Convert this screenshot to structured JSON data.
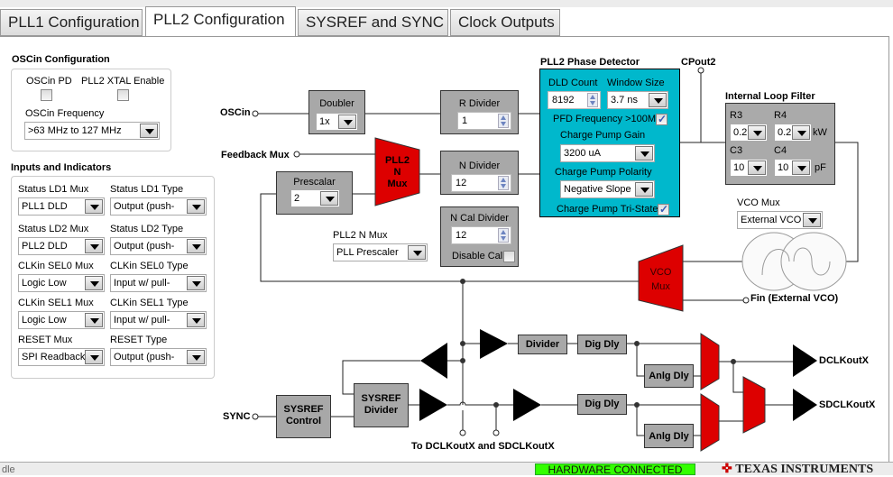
{
  "tabs": [
    {
      "label": "PLL1 Configuration"
    },
    {
      "label": "PLL2 Configuration",
      "active": true
    },
    {
      "label": "SYSREF and SYNC"
    },
    {
      "label": "Clock Outputs"
    }
  ],
  "oscin_config": {
    "title": "OSCin Configuration",
    "oscin_pd": {
      "label": "OSCin PD",
      "checked": false
    },
    "xtal": {
      "label": "PLL2 XTAL Enable",
      "checked": false
    },
    "freq_label": "OSCin Frequency",
    "freq_value": ">63 MHz to 127 MHz"
  },
  "inputs": {
    "title": "Inputs and Indicators",
    "rows": [
      {
        "l_label": "Status LD1 Mux",
        "l_value": "PLL1 DLD",
        "r_label": "Status LD1 Type",
        "r_value": "Output (push-"
      },
      {
        "l_label": "Status LD2 Mux",
        "l_value": "PLL2 DLD",
        "r_label": "Status LD2 Type",
        "r_value": "Output (push-"
      },
      {
        "l_label": "CLKin SEL0 Mux",
        "l_value": "Logic Low",
        "r_label": "CLKin SEL0 Type",
        "r_value": "Input w/ pull-"
      },
      {
        "l_label": "CLKin SEL1 Mux",
        "l_value": "Logic Low",
        "r_label": "CLKin SEL1 Type",
        "r_value": "Input w/ pull-"
      },
      {
        "l_label": "RESET Mux",
        "l_value": "SPI Readback",
        "r_label": "RESET Type",
        "r_value": "Output (push-"
      }
    ]
  },
  "diagram": {
    "oscin": "OSCin",
    "feedback_mux": "Feedback Mux",
    "sync": "SYNC",
    "cpout2": "CPout2",
    "fin": "Fin (External VCO)",
    "to_outputs": "To DCLKoutX and SDCLKoutX",
    "doubler": {
      "label": "Doubler",
      "value": "1x"
    },
    "r_divider": {
      "label": "R Divider",
      "value": "1"
    },
    "n_divider": {
      "label": "N Divider",
      "value": "12"
    },
    "ncal_divider": {
      "label": "N Cal Divider",
      "value": "12",
      "disable_label": "Disable Cal",
      "disable_checked": false
    },
    "prescalar": {
      "label": "Prescalar",
      "value": "2"
    },
    "pll2_n_mux_block": "PLL2\nN\nMux",
    "pll2_n_mux": {
      "label": "PLL2 N Mux",
      "value": "PLL Prescaler"
    },
    "phase_detector": {
      "title": "PLL2 Phase Detector",
      "dld_label": "DLD Count",
      "dld_value": "8192",
      "window_label": "Window Size",
      "window_value": "3.7 ns",
      "pfd_label": "PFD Frequency >100M",
      "pfd_checked": true,
      "cp_gain_label": "Charge Pump Gain",
      "cp_gain_value": "3200 uA",
      "cp_pol_label": "Charge Pump Polarity",
      "cp_pol_value": "Negative Slope",
      "tristate_label": "Charge Pump Tri-State",
      "tristate_checked": true,
      "color": "#00b8cc"
    },
    "loop_filter": {
      "title": "Internal Loop Filter",
      "r3_label": "R3",
      "r3": "0.2",
      "r4_label": "R4",
      "r4": "0.2",
      "r_unit": "kW",
      "c3_label": "C3",
      "c3": "10",
      "c4_label": "C4",
      "c4": "10",
      "c_unit": "pF"
    },
    "vco_mux": {
      "label": "VCO Mux",
      "value": "External VCO",
      "block": "VCO\nMux"
    },
    "divider": "Divider",
    "dig_dly": "Dig Dly",
    "anlg_dly": "Anlg Dly",
    "sysref_control": "SYSREF\nControl",
    "sysref_divider": "SYSREF\nDivider",
    "dclkout": "DCLKoutX",
    "sdclkout": "SDCLKoutX",
    "mux_color": "#dd0000"
  },
  "status": {
    "left_text": "dle",
    "hardware": "HARDWARE CONNECTED",
    "hardware_color": "#33ff00",
    "logo": "Texas Instruments"
  }
}
